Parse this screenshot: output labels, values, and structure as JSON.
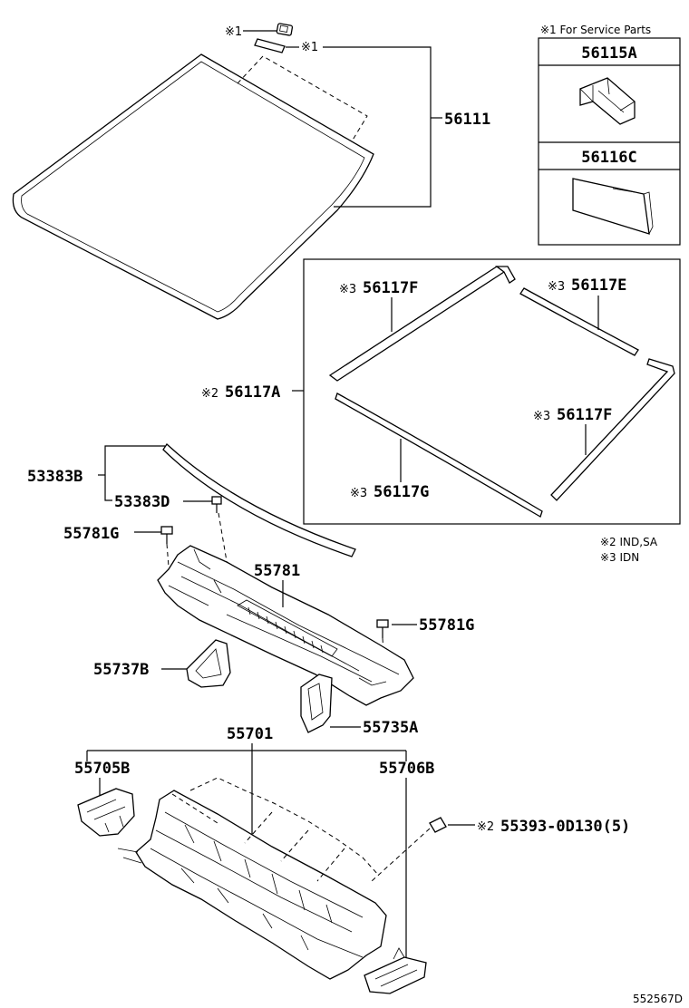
{
  "labels": {
    "p56111": "56111",
    "p56117A": "56117A",
    "p56117F_top": "56117F",
    "p56117E": "56117E",
    "p56117F_right": "56117F",
    "p56117G": "56117G",
    "p53383B": "53383B",
    "p53383D": "53383D",
    "p55781G_left": "55781G",
    "p55781": "55781",
    "p55781G_right": "55781G",
    "p55737B": "55737B",
    "p55735A": "55735A",
    "p55701": "55701",
    "p55705B": "55705B",
    "p55706B": "55706B",
    "p55393": "55393-0D130(5)"
  },
  "marks": {
    "m1a": "※1",
    "m1b": "※1",
    "m2a": "※2",
    "m3a": "※3",
    "m3b": "※3",
    "m3c": "※3",
    "m3d": "※3",
    "m2b": "※2"
  },
  "service_box": {
    "header": "※1 For Service Parts",
    "part1": "56115A",
    "part2": "56116C"
  },
  "notes": {
    "note2": "※2 IND,SA",
    "note3": "※3 IDN"
  },
  "diagram_id": "552567D"
}
